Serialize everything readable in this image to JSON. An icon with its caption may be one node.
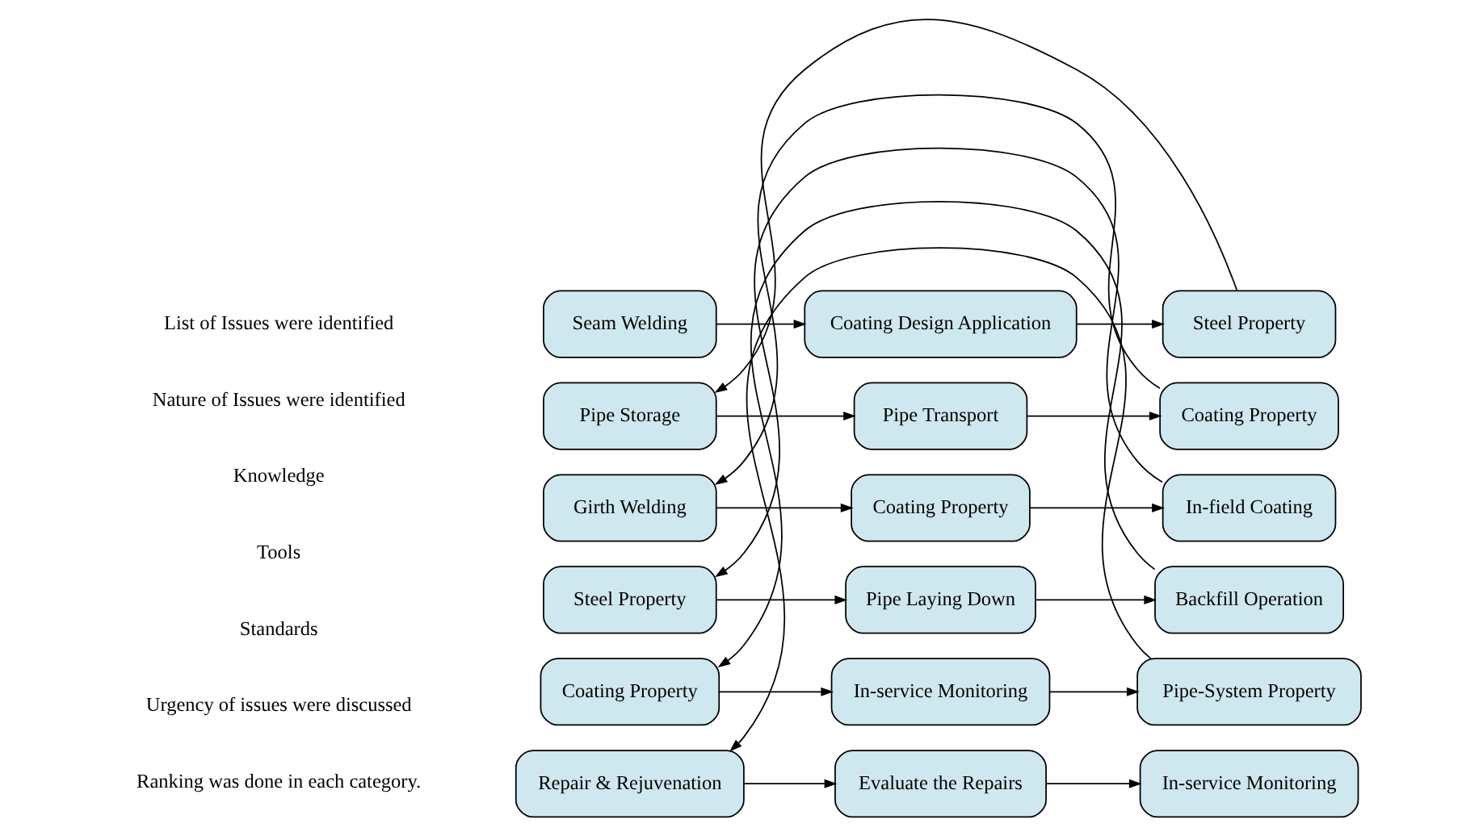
{
  "diagram": {
    "nodes": [
      {
        "text": [
          "Seam Welding"
        ]
      },
      {
        "text": [
          "Coating Design Application"
        ]
      },
      {
        "text": [
          "Steel Property"
        ]
      },
      {
        "text": [
          "Pipe Storage"
        ]
      },
      {
        "text": [
          "Pipe Transport"
        ]
      },
      {
        "text": [
          "Coating Property"
        ]
      },
      {
        "text": [
          "Girth Welding"
        ]
      },
      {
        "text": [
          "Coating Property"
        ]
      },
      {
        "text": [
          "In-field Coating"
        ]
      },
      {
        "text": [
          "Steel Property"
        ]
      },
      {
        "text": [
          "Pipe Laying Down"
        ]
      },
      {
        "text": [
          "Backfill Operation"
        ]
      },
      {
        "text": [
          "Coating Property"
        ]
      },
      {
        "text": [
          "In-service Monitoring"
        ]
      },
      {
        "text": [
          "Pipe-System Property"
        ]
      },
      {
        "text": [
          "Repair & Rejuvenation"
        ]
      },
      {
        "text": [
          "Evaluate the Repairs"
        ]
      },
      {
        "text": [
          "In-service Monitoring"
        ]
      }
    ],
    "edges": [
      {
        "from": 0,
        "to": 1,
        "arrow": "to"
      },
      {
        "from": 1,
        "to": 2,
        "arrow": "to"
      },
      {
        "from": 2,
        "to": 3,
        "arrow": "to"
      },
      {
        "from": 3,
        "to": 4,
        "arrow": "to"
      },
      {
        "from": 4,
        "to": 5,
        "arrow": "to"
      },
      {
        "from": 5,
        "to": 6,
        "arrow": "to"
      },
      {
        "from": 6,
        "to": 7,
        "arrow": "to"
      },
      {
        "from": 7,
        "to": 8,
        "arrow": "to"
      },
      {
        "from": 8,
        "to": 9,
        "arrow": "to"
      },
      {
        "from": 9,
        "to": 10,
        "arrow": "to"
      },
      {
        "from": 10,
        "to": 11,
        "arrow": "to"
      },
      {
        "from": 11,
        "to": 12,
        "arrow": "to"
      },
      {
        "from": 12,
        "to": 13,
        "arrow": "to"
      },
      {
        "from": 13,
        "to": 14,
        "arrow": "to"
      },
      {
        "from": 14,
        "to": 15,
        "arrow": "to"
      },
      {
        "from": 15,
        "to": 16,
        "arrow": "to"
      },
      {
        "from": 16,
        "to": 17,
        "arrow": "to"
      }
    ],
    "labels": [
      "List of Issues were identified",
      "Nature of Issues were identified",
      "Knowledge",
      "Tools",
      "Standards",
      "Urgency of issues were discussed",
      "Ranking was done in each category."
    ]
  }
}
